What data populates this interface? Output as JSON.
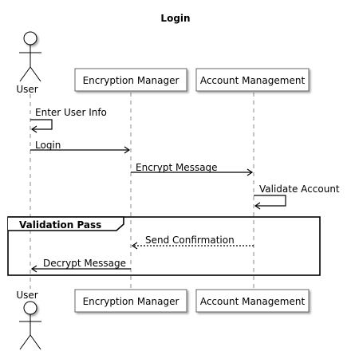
{
  "diagram": {
    "title": "Login",
    "participants": {
      "user": {
        "label": "User",
        "kind": "actor"
      },
      "encryption_manager": {
        "label": "Encryption Manager",
        "kind": "box"
      },
      "account_management": {
        "label": "Account Management",
        "kind": "box"
      }
    },
    "messages": [
      {
        "from": "User",
        "to": "User",
        "label": "Enter User Info",
        "style": "solid",
        "self": true
      },
      {
        "from": "User",
        "to": "Encryption Manager",
        "label": "Login",
        "style": "solid",
        "self": false
      },
      {
        "from": "Encryption Manager",
        "to": "Account Management",
        "label": "Encrypt Message",
        "style": "solid",
        "self": false
      },
      {
        "from": "Account Management",
        "to": "Account Management",
        "label": "Validate Account",
        "style": "solid",
        "self": true
      },
      {
        "from": "Account Management",
        "to": "Encryption Manager",
        "label": "Send Confirmation",
        "style": "dashed",
        "self": false
      },
      {
        "from": "Encryption Manager",
        "to": "User",
        "label": "Decrypt Message",
        "style": "solid",
        "self": false
      }
    ],
    "fragment": {
      "label": "Validation Pass"
    }
  }
}
